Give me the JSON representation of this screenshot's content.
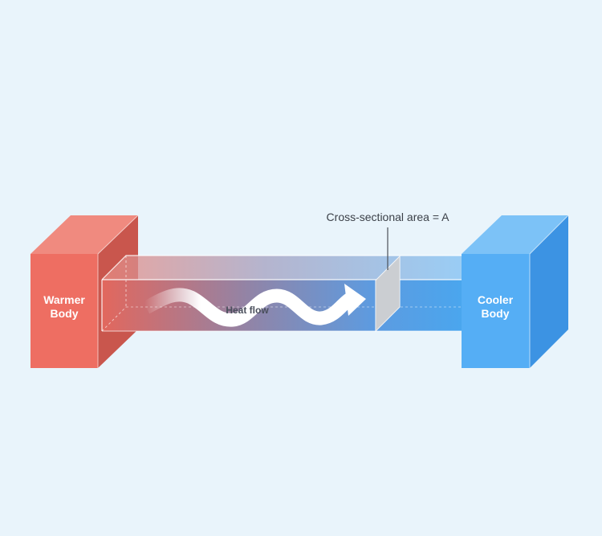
{
  "diagram": {
    "warm_body": {
      "line1": "Warmer",
      "line2": "Body",
      "color": "#ee6e62"
    },
    "cool_body": {
      "line1": "Cooler",
      "line2": "Body",
      "color": "#55aef5"
    },
    "arrow_label": "Heat flow",
    "area_label": "Cross-sectional area = A",
    "colors": {
      "background": "#e9f4fb",
      "bar_warm": "#e2675d",
      "bar_mid": "#8b86a8",
      "bar_cool": "#4aa6ee",
      "cross_section": "#cfd3d7"
    }
  }
}
